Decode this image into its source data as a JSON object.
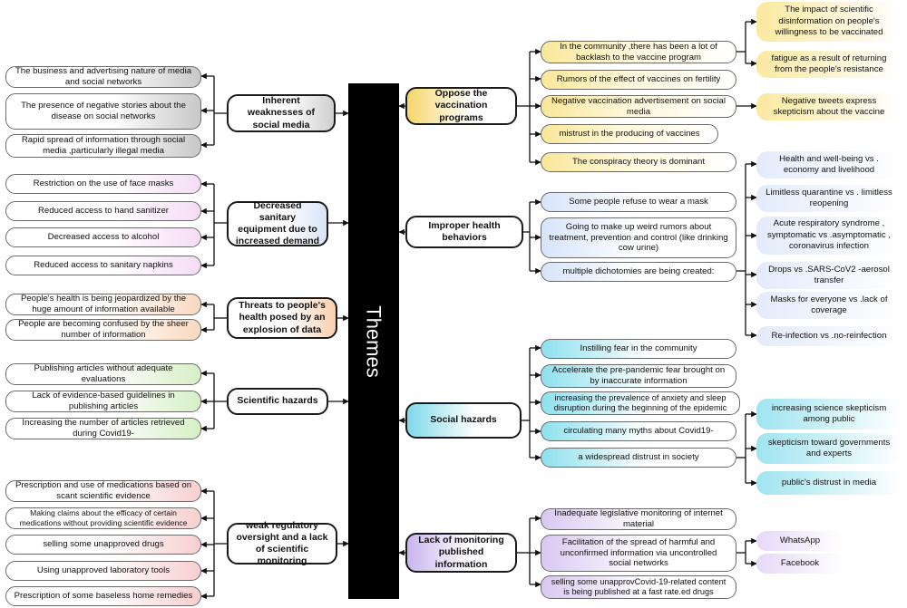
{
  "center_label": "Themes",
  "themes": {
    "inherent": "Inherent weaknesses of social media",
    "sanitary": "Decreased sanitary equipment due to increased demand",
    "threats": "Threats to people's health posed by an explosion of data",
    "scientific": "Scientific hazards",
    "regulatory": "weak regulatory oversight and a lack of scientific monitoring",
    "oppose": "Oppose the vaccination programs",
    "improper": "Improper health behaviors",
    "social": "Social hazards",
    "monitoring": "Lack of monitoring published information"
  },
  "left": {
    "inherent": [
      "The business and advertising nature of media and social networks",
      "The presence of negative stories about the disease on social networks",
      "Rapid spread of information through social media ,particularly illegal media"
    ],
    "sanitary": [
      "Restriction on the use of face masks",
      "Reduced access to hand sanitizer",
      "Decreased access to alcohol",
      "Reduced access to sanitary napkins"
    ],
    "threats": [
      "People's health is being jeopardized by the huge amount of information available",
      "People are becoming confused by the sheer number of information"
    ],
    "scientific": [
      "Publishing articles without adequate evaluations",
      "Lack of evidence-based guidelines in publishing articles",
      "Increasing the number of articles retrieved during Covid19-"
    ],
    "regulatory": [
      "Prescription and use of medications based on scant scientific evidence",
      "Making claims about the efficacy of certain medications without providing scientific evidence",
      "selling some unapproved drugs",
      "Using unapproved laboratory tools",
      "Prescription of some baseless home remedies"
    ]
  },
  "right": {
    "oppose": [
      "In the community ,there has been a lot of backlash to the vaccine program",
      "Rumors of the effect of vaccines on fertility",
      "Negative vaccination advertisement on social media",
      "mistrust in the producing of vaccines",
      "The conspiracy theory is dominant"
    ],
    "improper": [
      "Some people refuse to wear a mask",
      "Going to make up weird rumors about treatment, prevention and control (like drinking cow urine)",
      "multiple dichotomies are being created:"
    ],
    "social": [
      "Instilling fear in the community",
      "Accelerate the pre-pandemic fear brought on by inaccurate information",
      "increasing the prevalence of anxiety and sleep disruption during the beginning of the epidemic",
      "circulating many myths about Covid19-",
      "a widespread distrust in society"
    ],
    "monitoring": [
      "Inadequate legislative monitoring of internet material",
      "Facilitation of the spread of harmful and unconfirmed information via uncontrolled social networks",
      "selling some unapprovCovid-19-related content is being published at a fast rate.ed drugs"
    ]
  },
  "far_right": {
    "backlash": [
      "The impact of scientific disinformation on people's willingness to be vaccinated",
      "fatigue as a result of returning from the people's resistance"
    ],
    "advertisement": [
      "Negative tweets express skepticism about the vaccine"
    ],
    "dichotomies": [
      "Health and well-being vs . economy and livelihood",
      "Limitless quarantine vs . limitless reopening",
      "Acute respiratory syndrome , symptomatic vs .asymptomatic , coronavirus infection",
      "Drops vs .SARS-CoV2 -aerosol transfer",
      "Masks for everyone vs .lack of coverage",
      "Re-infection vs .no-reinfection"
    ],
    "distrust": [
      "increasing science skepticism among public",
      "skepticism toward governments and experts",
      "public's distrust in media"
    ],
    "networks": [
      "WhatsApp",
      "Facebook"
    ]
  }
}
